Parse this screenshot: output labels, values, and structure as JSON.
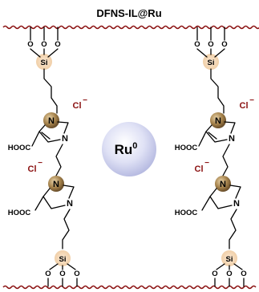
{
  "title": "DFNS-IL@Ru",
  "atoms": {
    "silicon": "Si",
    "oxygen": "O",
    "nitrogen": "N",
    "carboxyl": "HOOC",
    "chloride": "Cl",
    "charge_minus": "−"
  },
  "center_particle": {
    "label": "Ru",
    "superscript": "0"
  },
  "colors": {
    "support_wave": "#8a1010",
    "chloride": "#8a1010",
    "nitrogen_sphere": "#8c6d3f",
    "silicon_halo": "#f5dcc0",
    "particle": "#d6d8f2"
  }
}
